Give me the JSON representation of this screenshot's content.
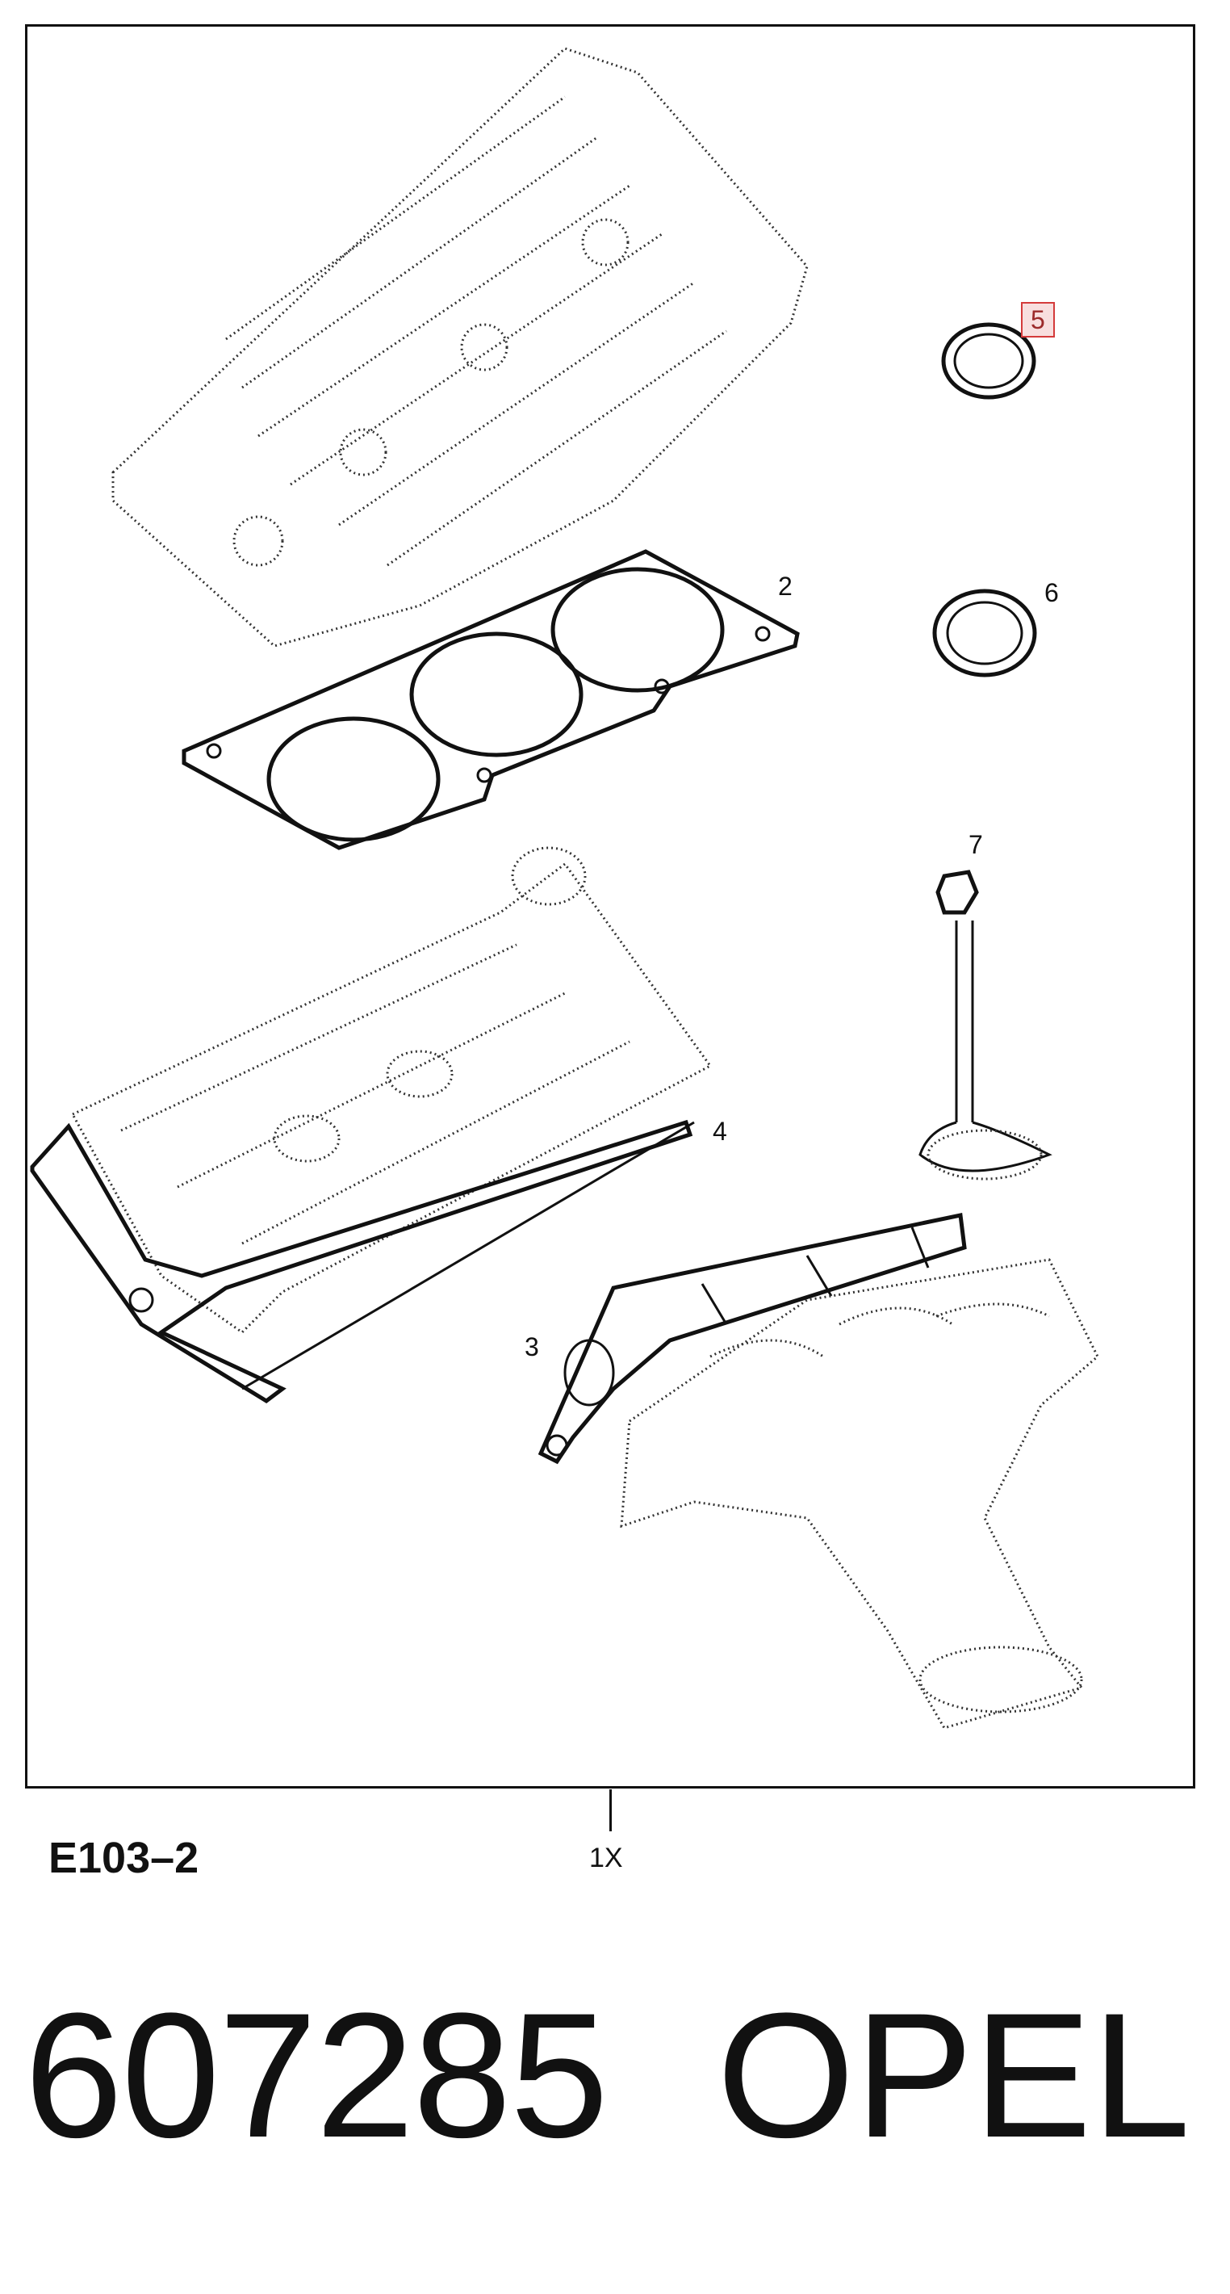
{
  "diagram": {
    "callouts": {
      "p2": "2",
      "p3": "3",
      "p4": "4",
      "p5": "5",
      "p6": "6",
      "p7": "7"
    },
    "highlight_color": "#d43a3a",
    "highlighted_callout": "5"
  },
  "footer": {
    "reference": "E103–2",
    "quantity": "1X"
  },
  "caption": {
    "part_number": "607285",
    "brand": "OPEL"
  }
}
